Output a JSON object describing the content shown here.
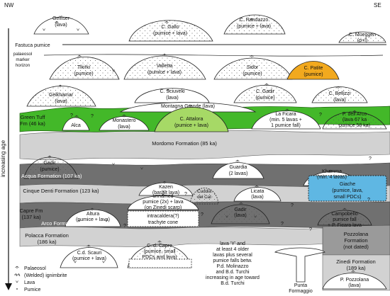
{
  "colors": {
    "green": "#43b829",
    "light_green": "#a6d966",
    "orange": "#f2a91e",
    "blue": "#5fb7e3",
    "light_gray": "#d2d2d2",
    "dark_gray": "#707070",
    "mid_gray": "#9a9a9a"
  },
  "axis": {
    "nw": "NW",
    "se": "SE",
    "vertical": "increasing age"
  },
  "labels": {
    "gelfiser_1": "Gelfiser",
    "gelfiser_2": "(lava)",
    "gallo_1": "C. Gallo",
    "gallo_2": "(pumice + lava)",
    "randazzo_1": "C. Randazzo",
    "randazzo_2": "(pumice + lava)",
    "mueggen_1": "C. Mueggen",
    "mueggen_2": "(p+l)",
    "fastuca": "Fastuca pumice",
    "palaeosol_1": "palaeosol",
    "palaeosol_2": "marker",
    "palaeosol_3": "horizon",
    "tikirki_1": "Tikirki",
    "tikirki_2": "(pumice)",
    "valletta_1": "Valletta",
    "valletta_2": "(pumice + lava)",
    "sidor_1": "Sidor",
    "sidor_2": "(pumice)",
    "patite_1": "C. Patite",
    "patite_2": "(pumice)",
    "gelkhamar_1": "Gelkhamar",
    "gelkhamar_2": "(lava)",
    "sciuveki_1": "C. Sciuveki",
    "sciuveki_2": "(lava)",
    "gadir_top_1": "C. Gadir",
    "gadir_top_2": "(pumice)",
    "bellizzi_1": "C. Bellizzi",
    "bellizzi_2": "(lava)",
    "montagna": "Montagna Grande (lava)",
    "green_tuff_1": "Green Tuff",
    "green_tuff_2": "Fm (46 ka)",
    "alca": "Alca",
    "q_alca": "?",
    "monastero_1": "Monastero",
    "monastero_2": "(lava)",
    "attalora_1": "C. Attalora",
    "attalora_2": "(pumice + lava)",
    "ficara_1": "La Ficara",
    "ficara_2": "(min. 5 lavas +",
    "ficara_3": "1 pumice fall)",
    "arco_1": "P. dell'Arco",
    "arco_2": "(lava 67 ka",
    "arco_3": "pumice 58 ka)",
    "mordomo": "Mordomo Formation (85 ka)",
    "gadir_mid_1": "Gadir",
    "gadir_mid_2": "(pumice)",
    "guardia_1": "Guardia",
    "guardia_2": "(2 lavas)",
    "acqua": "Acqua Formation (107 ka)",
    "kazen_1": "Kazen",
    "kazen_2": "(basalt lava)",
    "cuddia_1": "Cuddia",
    "cuddia_2": "del Cat",
    "licata_1": "Licata",
    "licata_2": "(lava)",
    "khamma_1": "Khamma",
    "khamma_2": "(min. 4 lavas)",
    "cinque": "Cinque Denti Formation (123 ka)",
    "giache_1": "Giache",
    "giache_2": "(pumice, lava,",
    "giache_3": "small PDCs)",
    "capre_fm_1": "Capre Fm",
    "capre_fm_2": "(137 ka)",
    "altura_1": "Altura",
    "altura_2": "(pumice + lava)",
    "unnamed_1": "unnamed",
    "unnamed_2": "pumice (2x) + lava",
    "unnamed_3": "(on Zinedi scarp)",
    "intracaldera_1": "intracaldera(?)",
    "intracaldera_2": "trachyte cone",
    "gadir_low_1": "Gadir",
    "gadir_low_2": "(lava)",
    "campobello_1": "Campobello",
    "campobello_2": "pumice fall",
    "campobello_3": "+ P. Ficara lava",
    "arco_fm": "Arco Formation (175 ka)",
    "polacca_1": "Polacca Formation",
    "polacca_2": "(186 ka)",
    "pozzolana_1": "Pozzolana",
    "pozzolana_2": "Formation",
    "pozzolana_3": "(not dated)",
    "scauri_1": "C.d. Scauri",
    "scauri_2": "(pumice + lava)",
    "capre_1": "C. d. Capre",
    "capre_2": "(pumice, small",
    "capre_3": "PDCs and lava)",
    "lava_y_1": "lava 'Y' and",
    "lava_y_2": "at least 4 older",
    "lava_y_3": "lavas plus several",
    "lava_y_4": "pumice falls betw.",
    "lava_y_5": "P.d. Molinazzo",
    "lava_y_6": "and B.d. Turchi",
    "lava_y_7": "increasing in age toward",
    "lava_y_8": "B.d. Turchi",
    "punta_1": "Punta",
    "punta_2": "Formaggio",
    "zinedi_1": "Zinedi Formation",
    "zinedi_2": "(189 ka)",
    "pozzolana_p_1": "P. Pozzolana",
    "pozzolana_p_2": "(lava)",
    "q": "?"
  },
  "legend": {
    "palaeosol": "Palaeosol",
    "ignimbrite": "(Welded) ignimbrite",
    "lava": "Lava",
    "pumice": "Pumice"
  }
}
